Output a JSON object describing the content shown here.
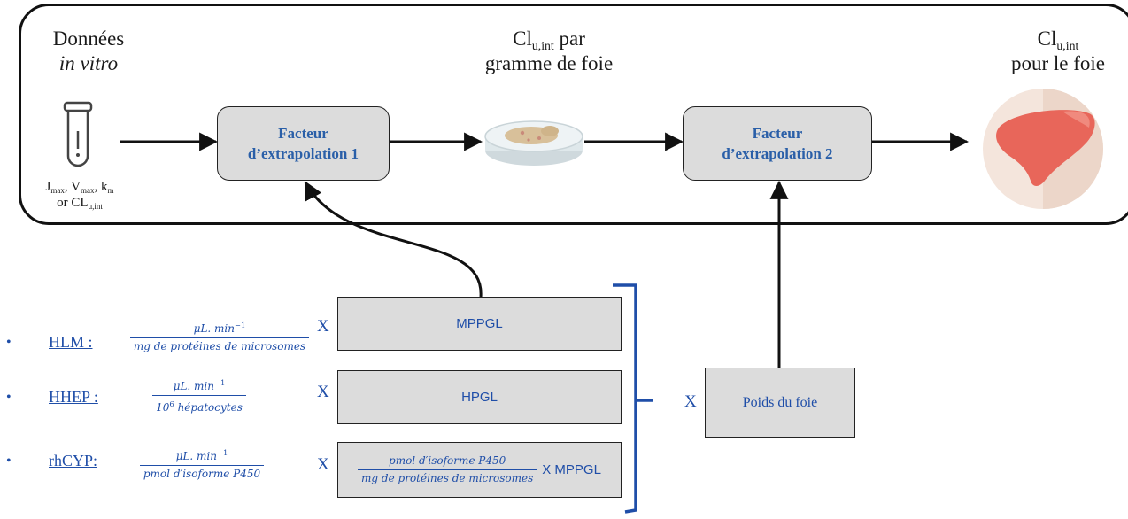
{
  "header": {
    "col1_line1": "Données",
    "col1_line2": "in vitro",
    "col2_main": "Cl",
    "col2_sub": "u,int",
    "col2_tail": " par",
    "col2_line2": "gramme de foie",
    "col3_main": "Cl",
    "col3_sub": "u,int",
    "col3_line2": "pour le foie"
  },
  "tube_params": {
    "j": "J",
    "j_sub": "max",
    "v": "V",
    "v_sub": "max",
    "k": "k",
    "k_sub": "m",
    "or_text": "or CL",
    "cl_sub": "u,int"
  },
  "factors": {
    "f1_line1": "Facteur",
    "f1_line2": "d’extrapolation 1",
    "f2_line1": "Facteur",
    "f2_line2": "d’extrapolation 2"
  },
  "rows": [
    {
      "bullet": "•",
      "label": "HLM :",
      "num": "μL. min",
      "num_exp": "−1",
      "den": "mg de protéines de microsomes",
      "x": "X",
      "box": "MPPGL"
    },
    {
      "bullet": "•",
      "label": "HHEP :",
      "num": "μL. min",
      "num_exp": "−1",
      "den_pre": "10",
      "den_exp": "6",
      "den": " hépatocytes",
      "x": "X",
      "box": "HPGL"
    },
    {
      "bullet": "•",
      "label": "rhCYP:",
      "num": "μL. min",
      "num_exp": "−1",
      "den": "pmol d′isoforme P450",
      "x": "X",
      "box_num": "pmol d′isoforme P450",
      "box_den": "mg de protéines de microsomes",
      "box_tail": "X MPPGL"
    }
  ],
  "poids": {
    "x": "X",
    "label": "Poids du foie"
  },
  "colors": {
    "accent": "#1f4ea8",
    "box_fill": "#dcdcdc",
    "liver": "#e8665a",
    "liver_bg": "#f6e3d8"
  }
}
